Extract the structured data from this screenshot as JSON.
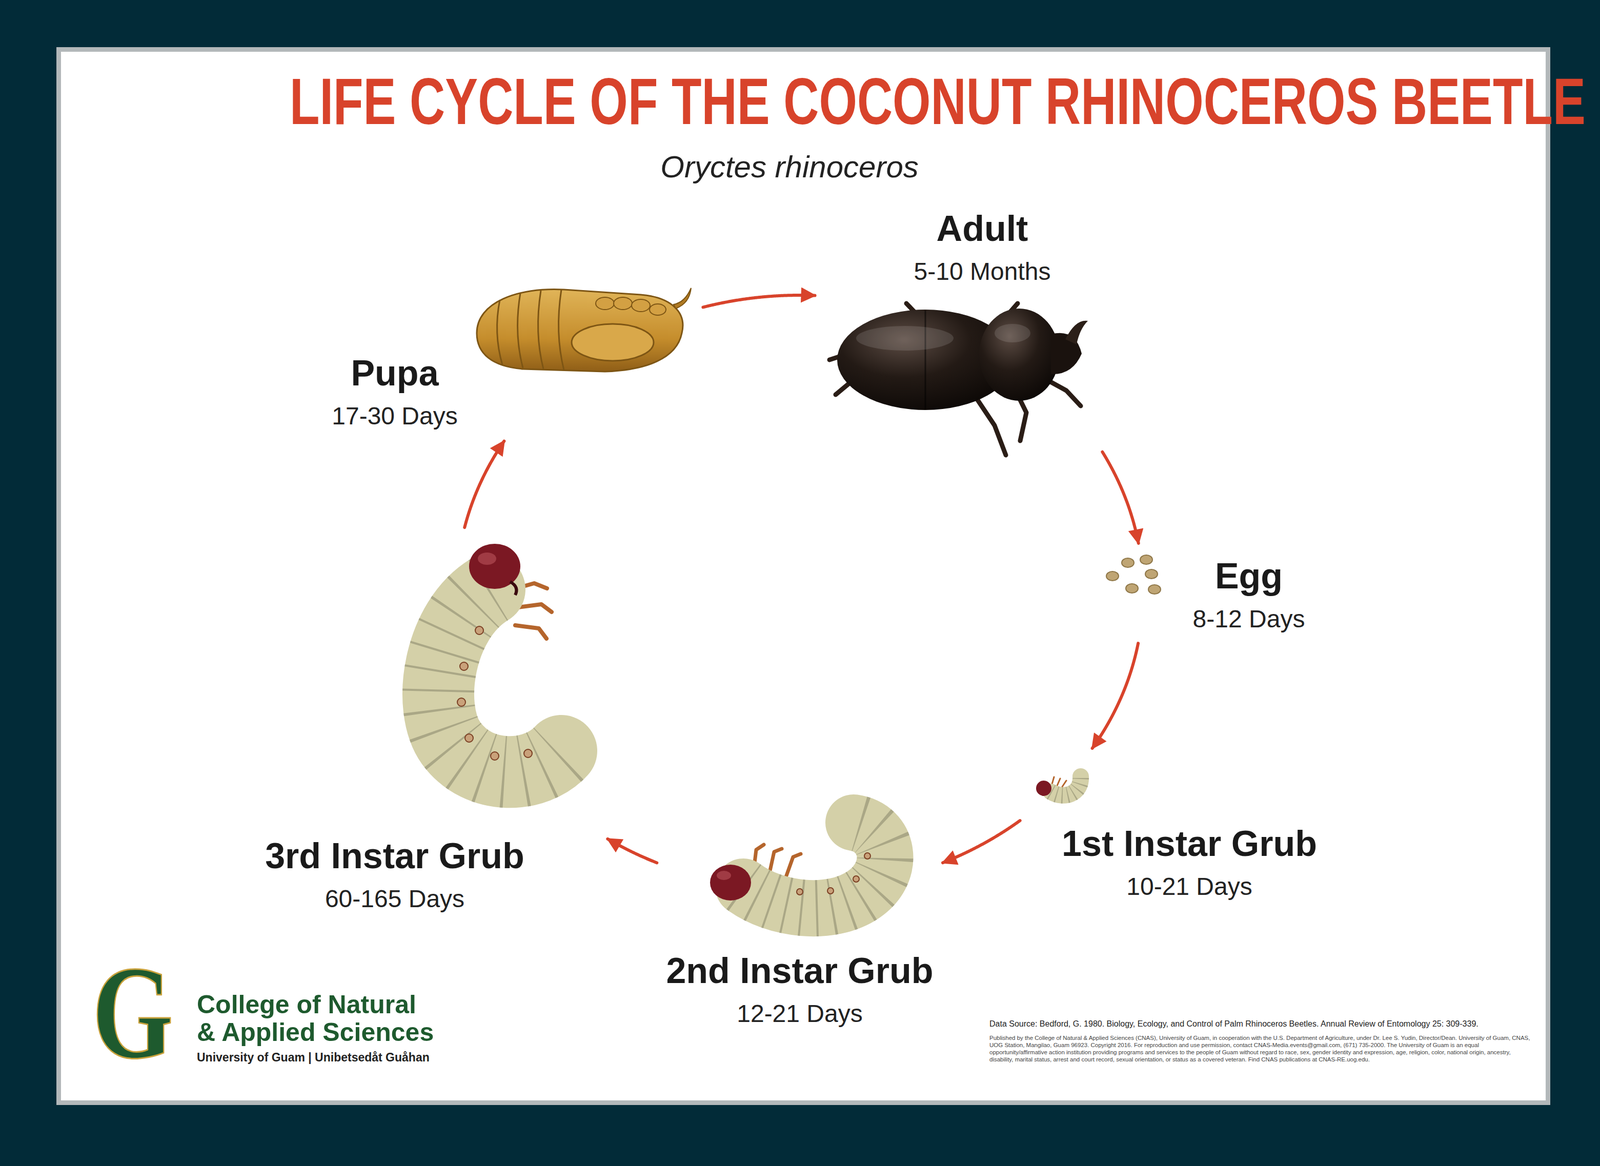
{
  "diagram": {
    "title": "LIFE CYCLE OF THE COCONUT RHINOCEROS BEETLE",
    "nodes": [
      {
        "text": [
          "Adult",
          "5-10 Months"
        ]
      },
      {
        "text": [
          "Egg",
          "8-12 Days"
        ]
      },
      {
        "text": [
          "1st Instar Grub",
          "10-21 Days"
        ]
      },
      {
        "text": [
          "2nd Instar Grub",
          "12-21 Days"
        ]
      },
      {
        "text": [
          "3rd Instar Grub",
          "60-165 Days"
        ]
      },
      {
        "text": [
          "Pupa",
          "17-30 Days"
        ]
      }
    ],
    "edges": [
      {
        "from": 0,
        "to": 1,
        "arrow": "to"
      },
      {
        "from": 1,
        "to": 2,
        "arrow": "to"
      },
      {
        "from": 2,
        "to": 3,
        "arrow": "to"
      },
      {
        "from": 3,
        "to": 4,
        "arrow": "to"
      },
      {
        "from": 4,
        "to": 5,
        "arrow": "to"
      },
      {
        "from": 5,
        "to": 0,
        "arrow": "to"
      }
    ],
    "labels": [
      "Oryctes rhinoceros",
      "G",
      "College of Natural & Applied Sciences",
      "University of Guam | Unibetsedåt Guåhan",
      "Data Source: Bedford, G. 1980. Biology, Ecology, and Control of Palm Rhinoceros Beetles. Annual Review of Entomology 25: 309-339.",
      "Published by the College of Natural & Applied Sciences (CNAS), University of Guam, in cooperation with the U.S. Department of Agriculture, under Dr. Lee S. Yudin, Director/Dean. University of Guam, CNAS, UOG Station, Mangilao, Guam 96923. Copyright 2016. For reproduction and use permission, contact CNAS-Media.events@gmail.com, (671) 735-2000. The University of Guam is an equal opportunity/affirmative action institution providing programs and services to the people of Guam without regard to race, sex, gender identity and expression, age, religion, color, national origin, ancestry, disability, marital status, arrest and court record, sexual orientation, or status as a covered veteran. Find CNAS publications at CNAS-RE.uog.edu."
    ]
  }
}
